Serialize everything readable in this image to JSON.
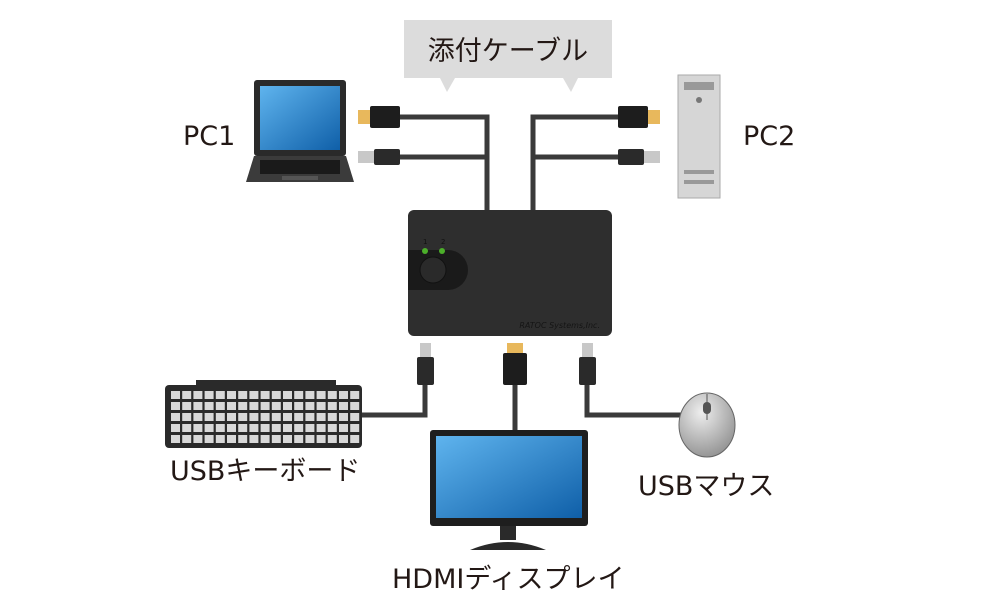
{
  "callout": {
    "label": "添付ケーブル"
  },
  "devices": {
    "pc1": {
      "label": "PC1"
    },
    "pc2": {
      "label": "PC2"
    },
    "keyboard": {
      "label": "USBキーボード"
    },
    "mouse": {
      "label": "USBマウス"
    },
    "display": {
      "label": "HDMIディスプレイ"
    }
  },
  "switch": {
    "brand": "RATOC Systems,Inc.",
    "led_labels": [
      "1",
      "2"
    ],
    "led_color": "#4caf2a"
  },
  "colors": {
    "callout_bg": "#dcdcdc",
    "cable": "#3a3a3a",
    "hdmi_tip": "#e8b85c",
    "screen": "#1e7fc8"
  }
}
